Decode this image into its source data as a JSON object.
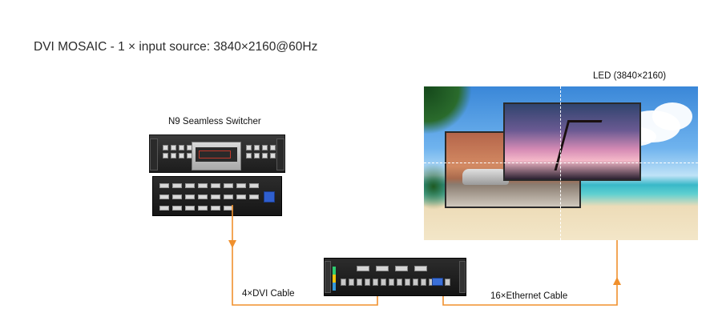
{
  "title": "DVI MOSAIC - 1 × input source: 3840×2160@60Hz",
  "led": {
    "label": "LED (3840×2160)"
  },
  "switcher": {
    "label": "N9 Seamless Switcher"
  },
  "cables": {
    "dvi_label": "4×DVI Cable",
    "ethernet_label": "16×Ethernet Cable"
  },
  "colors": {
    "cable": "#f0902d",
    "grid_dash": "#ffffff"
  }
}
